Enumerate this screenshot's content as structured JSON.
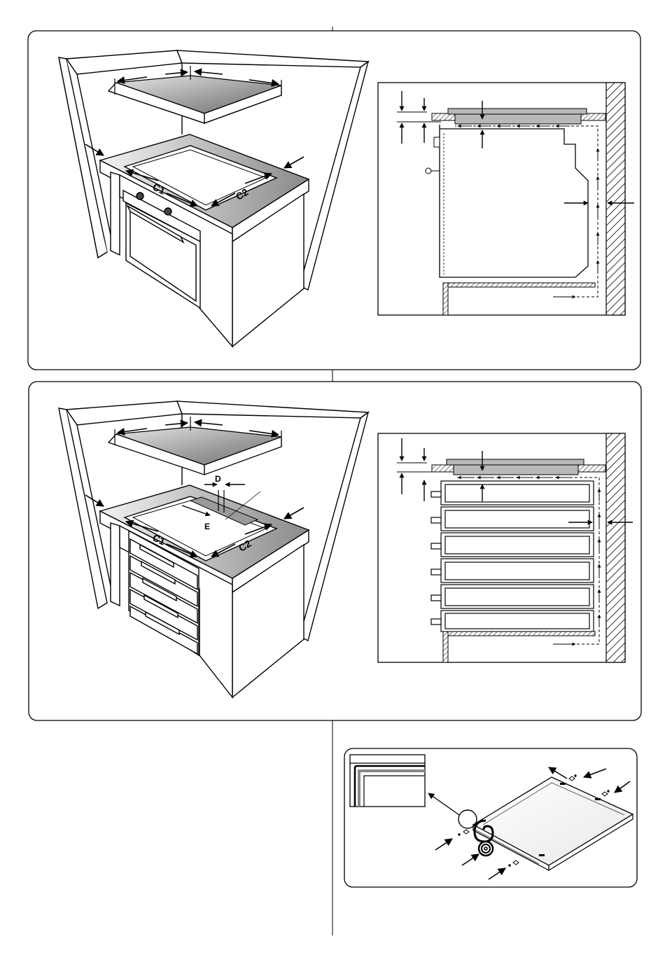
{
  "colors": {
    "ink": "#000000",
    "frame": "#111111",
    "panel_bg": "#ffffff",
    "hob_fill": "#b8b8b8",
    "hatch": "#000000"
  },
  "panel1": {
    "labels": {
      "c1": "C1",
      "c2": "C2"
    }
  },
  "panel2": {
    "labels": {
      "c1": "C1",
      "c2": "C2",
      "d": "D",
      "e": "E"
    }
  },
  "panel3": {
    "icons": [
      "seal-roll-icon",
      "screw-icon",
      "magnifier-circle-icon"
    ]
  }
}
